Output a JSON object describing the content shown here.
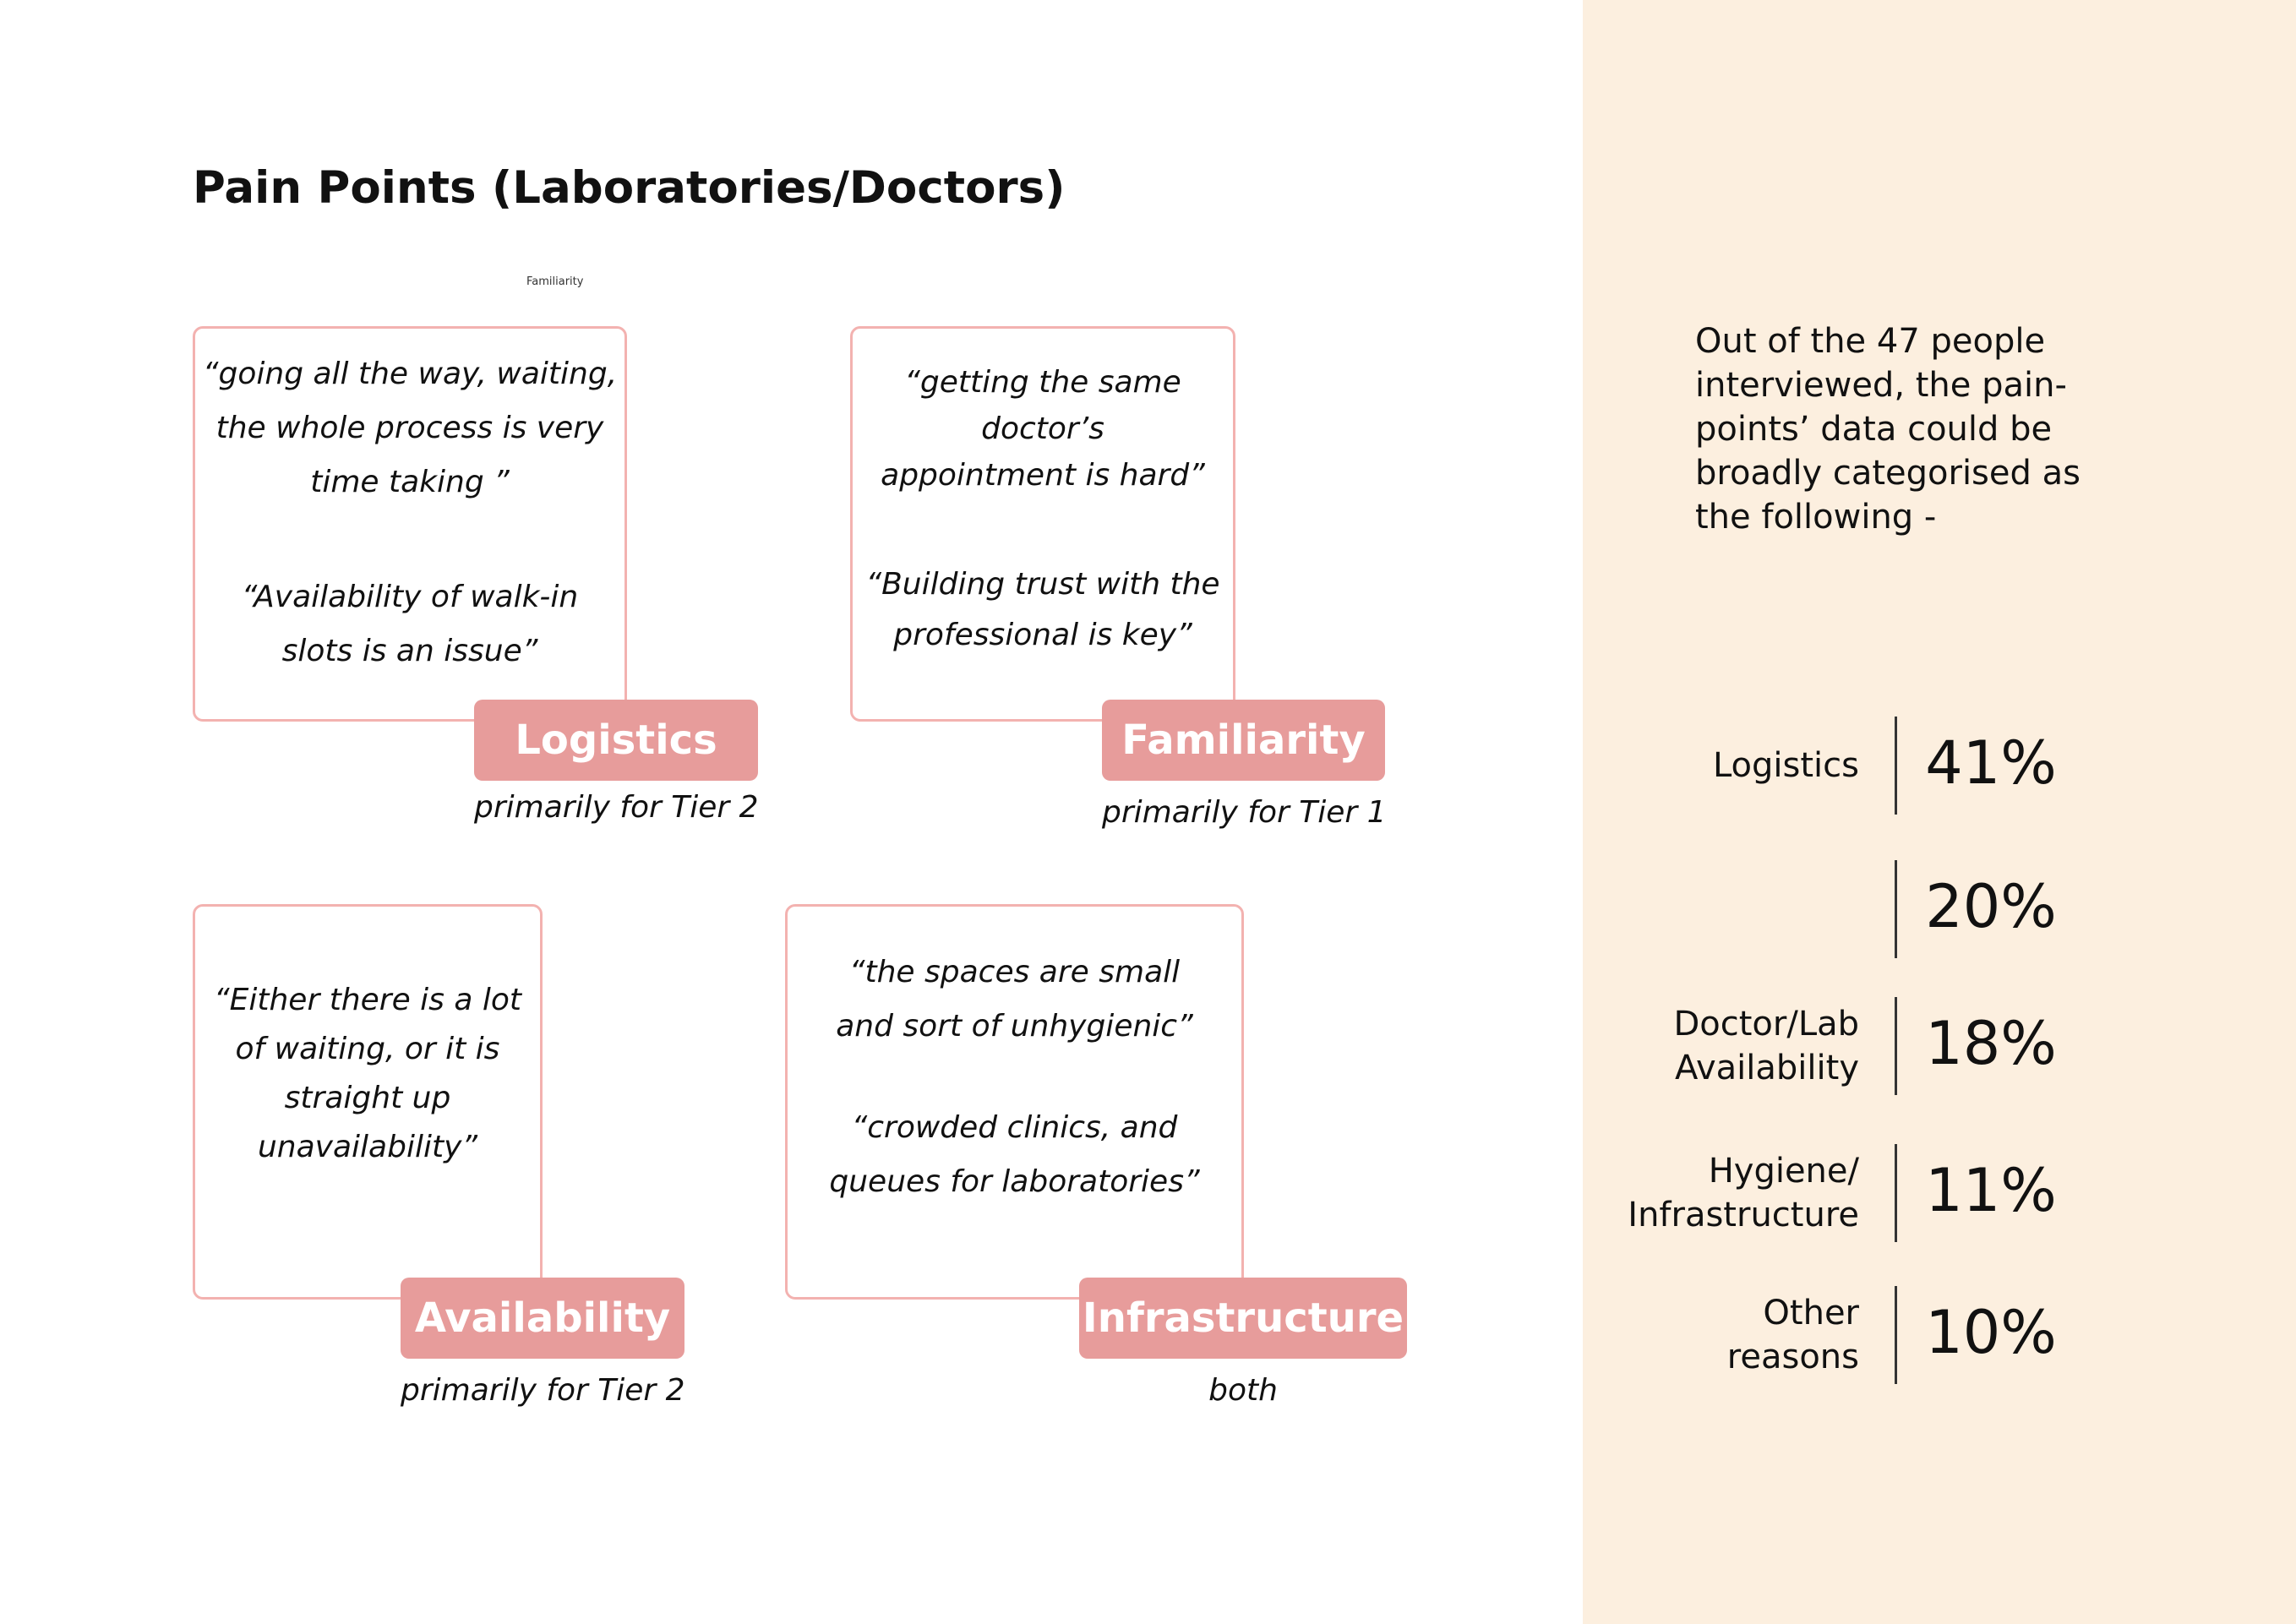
{
  "page": {
    "title": "Pain Points (Laboratories/Doctors)",
    "tiny_label": "Familiarity"
  },
  "cards": [
    {
      "quote_lines": [
        "“going all the way, waiting,",
        "the whole process is very",
        "time taking ”",
        "",
        "“Availability of walk-in",
        "slots is an issue”"
      ],
      "tag": "Logistics",
      "tier": "primarily for Tier 2"
    },
    {
      "quote_lines": [
        "“getting the same",
        "doctor’s",
        "appointment is hard”",
        "",
        "“Building trust with the",
        "professional is key”"
      ],
      "tag": "Familiarity",
      "tier": "primarily for Tier 1"
    },
    {
      "quote_lines": [
        "“Either there is a lot",
        "of waiting, or it is",
        "straight up",
        "unavailability”"
      ],
      "tag": "Availability",
      "tier": "primarily for Tier 2"
    },
    {
      "quote_lines": [
        "“the spaces are small",
        "and sort of unhygienic”",
        "",
        "“crowded clinics, and",
        "queues for laboratories”"
      ],
      "tag": "Infrastructure",
      "tier": "both"
    }
  ],
  "summary": {
    "intro_lines": [
      "Out of the 47 people",
      "interviewed, the pain-",
      "points’ data could be",
      "broadly categorised as",
      "the following -"
    ],
    "stats": [
      {
        "label_lines": [
          "Logistics"
        ],
        "value": "41%"
      },
      {
        "label_lines": [],
        "value": "20%"
      },
      {
        "label_lines": [
          "Doctor/Lab",
          "Availability"
        ],
        "value": "18%"
      },
      {
        "label_lines": [
          "Hygiene/",
          "Infrastructure"
        ],
        "value": "11%"
      },
      {
        "label_lines": [
          "Other",
          "reasons"
        ],
        "value": "10%"
      }
    ]
  },
  "colors": {
    "accent": "#e79c9b",
    "card_border": "#f3b2b0",
    "panel_background": "#fcefdf"
  }
}
